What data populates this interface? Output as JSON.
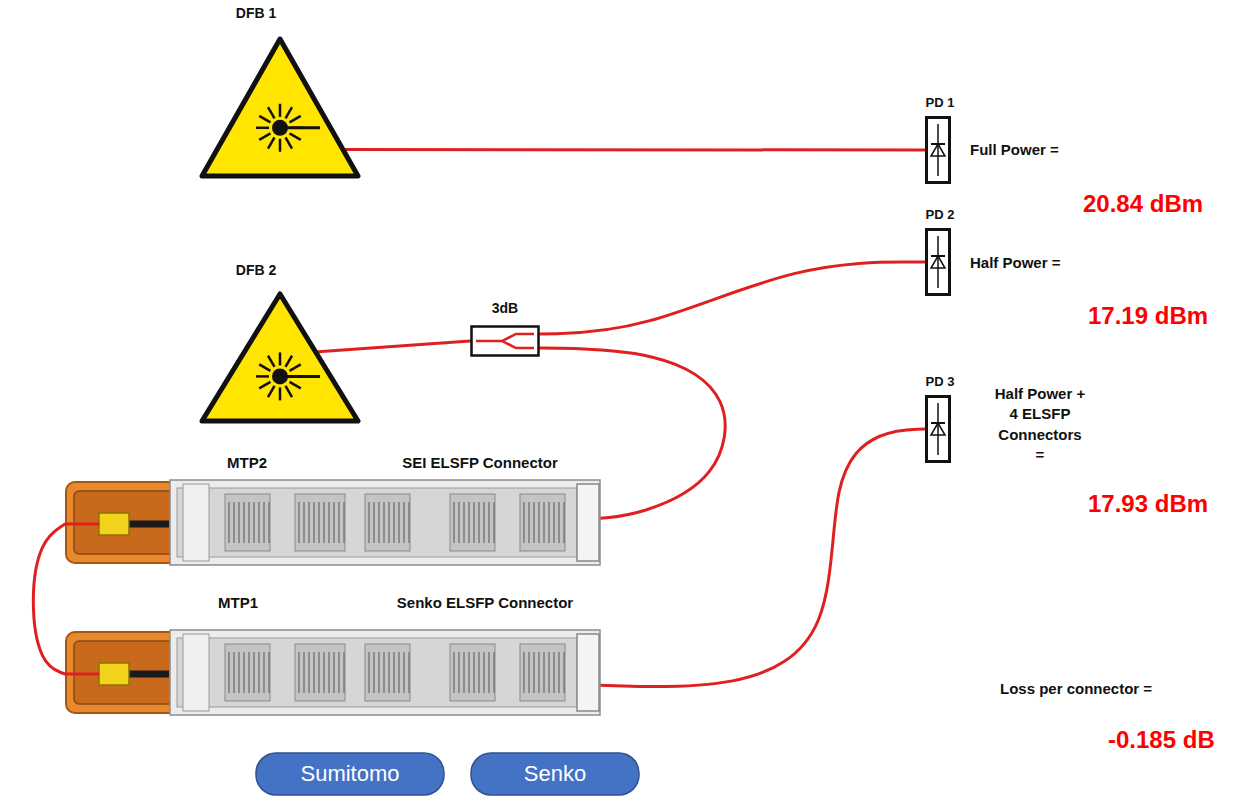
{
  "diagram": {
    "nodes": [
      {
        "text": [
          "DFB 1"
        ]
      },
      {
        "text": [
          "PD 1"
        ]
      },
      {
        "text": [
          "PD 2"
        ]
      },
      {
        "text": [
          "DFB 2"
        ]
      },
      {
        "text": [
          "3dB"
        ]
      },
      {
        "text": [
          "PD 3"
        ]
      },
      {
        "text": [
          "MTP2",
          "SEI ELSFP Connector"
        ]
      },
      {
        "text": [
          "MTP1",
          "Senko ELSFP Connector"
        ]
      },
      {
        "text": [
          "Sumitomo"
        ]
      },
      {
        "text": [
          "Senko"
        ]
      }
    ],
    "edges": [
      {
        "from": 0,
        "to": 1,
        "arrow": "none"
      },
      {
        "from": 3,
        "to": 4,
        "arrow": "none"
      },
      {
        "from": 4,
        "to": 2,
        "arrow": "none"
      },
      {
        "from": 4,
        "to": 6,
        "arrow": "none"
      },
      {
        "from": 6,
        "to": 7,
        "arrow": "none"
      },
      {
        "from": 7,
        "to": 5,
        "arrow": "none"
      }
    ],
    "labels": [
      "Full Power =",
      "20.84 dBm",
      "Half Power =",
      "17.19 dBm",
      "Half Power + 4 ELSFP Connectors =",
      "17.93 dBm",
      "Loss per connector =",
      "-0.185 dB"
    ]
  }
}
